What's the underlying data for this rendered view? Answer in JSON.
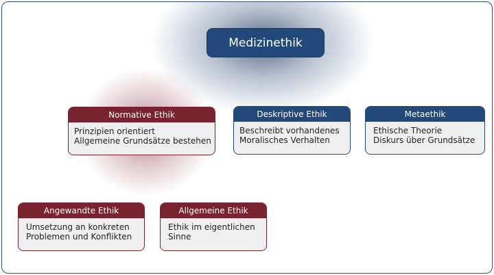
{
  "root": "Medizinethik",
  "colors": {
    "blue": "#23497a",
    "red": "#7a2330"
  },
  "nodes": [
    {
      "title": "Normative Ethik",
      "lines": [
        "Prinzipien orientiert",
        "Allgemeine Grundsätze bestehen"
      ]
    },
    {
      "title": "Deskriptive Ethik",
      "lines": [
        "Beschreibt vorhandenes",
        "Moralisches Verhalten"
      ]
    },
    {
      "title": "Metaethik",
      "lines": [
        "Ethische Theorie",
        "Diskurs über Grundsätze"
      ]
    },
    {
      "title": "Angewandte Ethik",
      "lines": [
        "Umsetzung an konkreten",
        "Problemen und Konflikten"
      ]
    },
    {
      "title": "Allgemeine Ethik",
      "lines": [
        "Ethik im eigentlichen",
        "Sinne"
      ]
    }
  ]
}
